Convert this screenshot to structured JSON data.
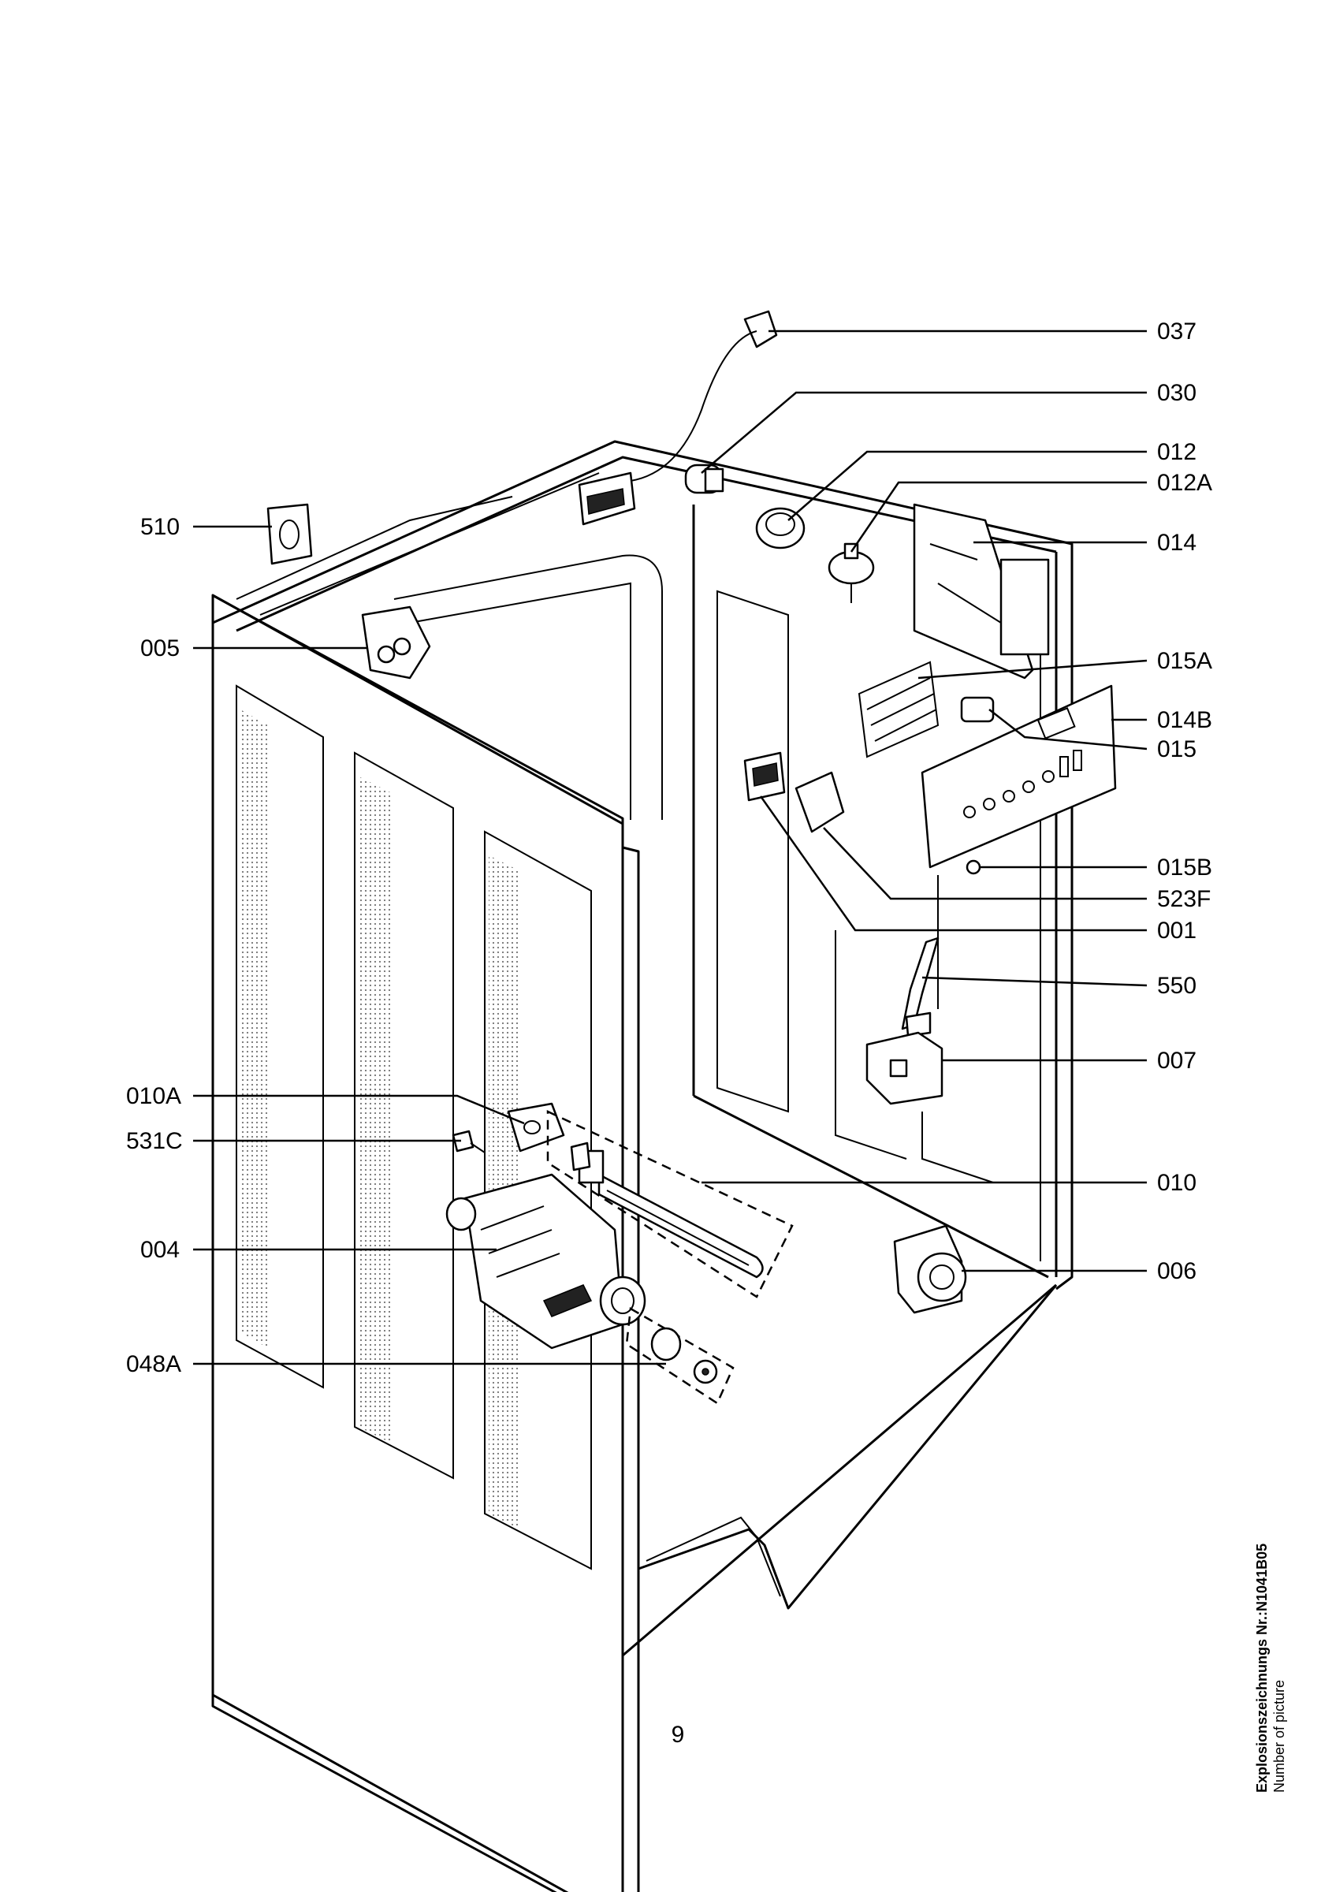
{
  "callouts": [
    {
      "id": "037"
    },
    {
      "id": "030"
    },
    {
      "id": "012"
    },
    {
      "id": "012A"
    },
    {
      "id": "510"
    },
    {
      "id": "014"
    },
    {
      "id": "005"
    },
    {
      "id": "015A"
    },
    {
      "id": "014B"
    },
    {
      "id": "015"
    },
    {
      "id": "015B"
    },
    {
      "id": "523F"
    },
    {
      "id": "001"
    },
    {
      "id": "550"
    },
    {
      "id": "007"
    },
    {
      "id": "010A"
    },
    {
      "id": "531C"
    },
    {
      "id": "010"
    },
    {
      "id": "004"
    },
    {
      "id": "006"
    },
    {
      "id": "048A"
    }
  ],
  "page_number": "9",
  "picture_number": {
    "label_de": "Explosionszeichnungs  Nr.:N1041B05",
    "label_en": "Number of picture"
  }
}
